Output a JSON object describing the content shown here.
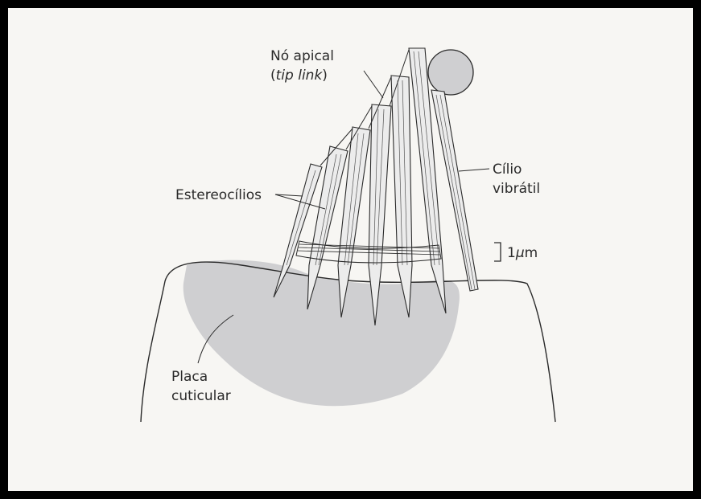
{
  "labels": {
    "apical_node": "Nó apical",
    "tip_link_open": "(",
    "tip_link": "tip link",
    "tip_link_close": ")",
    "stereocilia": "Estereocílios",
    "kinocilium_line1": "Cílio",
    "kinocilium_line2": "vibrátil",
    "scale_bar": "1",
    "scale_unit_mu": "μ",
    "scale_unit_m": "m",
    "cuticular_line1": "Placa",
    "cuticular_line2": "cuticular"
  },
  "colors": {
    "frame": "#000000",
    "paper": "#f7f6f3",
    "ink": "#2a2a2a",
    "plate_fill": "#cfcfd1",
    "stereo_fill": "#ececec"
  }
}
